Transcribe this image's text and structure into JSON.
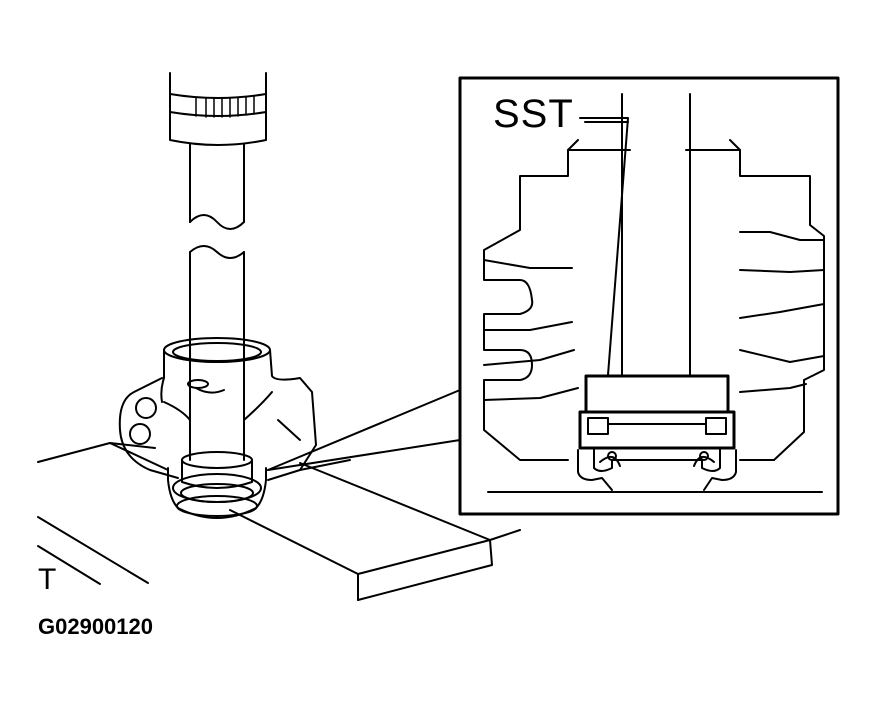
{
  "labels": {
    "sst": "SST",
    "table_mark": "T",
    "figure_code": "G02900120"
  },
  "colors": {
    "ink": "#000000",
    "paper": "#ffffff"
  }
}
